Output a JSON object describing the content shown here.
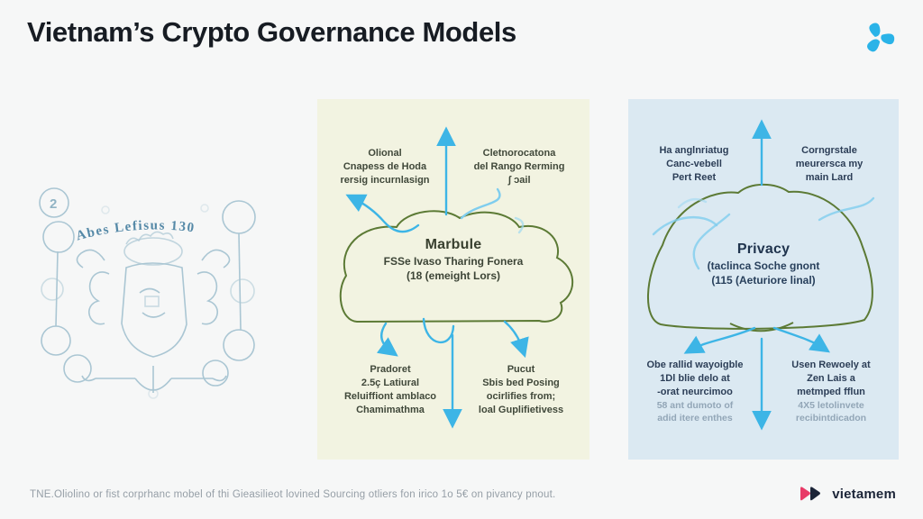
{
  "page": {
    "title": "Vietnam’s Crypto Governance Models",
    "caption": "TNE.Oliolino or fist corprhanc mobel of thi Gieasilieot lovined Sourcing otliers fon irico 1o 5€ on pivancy pnout.",
    "brand_name": "vietamem",
    "background": "#f6f7f7"
  },
  "logo": {
    "color": "#2ab3e8"
  },
  "sketch": {
    "arched_text": "Abes Lefisus 130",
    "badge": "2",
    "ink_color": "#4f8ca8"
  },
  "governance_panel": {
    "background": "#f2f3e1",
    "outline_color": "#5c7a35",
    "arrow_color": "#3db5e6",
    "top_left": [
      "Olional",
      "Cnapess de Hoda",
      "rersig incurnlasign"
    ],
    "top_right": [
      "Cletnorocatona",
      "del Rango Rerming",
      "ʃ ɔail"
    ],
    "cloud": {
      "title": "Marbule",
      "line1": "FSSe Ivaso Tharing Fonera",
      "line2": "(18 (emeight Lors)"
    },
    "bottom_left": [
      "Pradoret",
      "2.5ç Latiural",
      "Reluiffiont amblaco",
      "Chamimathma"
    ],
    "bottom_right": [
      "Pucut",
      "Sbis bed Posing",
      "ocirlifies from;",
      "loal Guplifietivess"
    ]
  },
  "privacy_panel": {
    "background": "#dbe9f2",
    "outline_color": "#5c7a35",
    "arrow_color": "#3db5e6",
    "top_left": [
      "Ha anglnriatug",
      "Canc-vebell",
      "Pert Reet"
    ],
    "top_right": [
      "Corngrstale",
      "meurersca my",
      "main Lard"
    ],
    "cloud": {
      "title": "Privacy",
      "line1": "(taclinca Soche gnont",
      "line2": "(115 (Aeturiore linal)"
    },
    "bottom_left": [
      "Obe rallid wayoigble",
      "1Dl blie delo at",
      "-orat neurcimoo"
    ],
    "bottom_left_sub": [
      "58 ant dumoto of",
      "adid itere enthes"
    ],
    "bottom_right": [
      "Usen Rewoely at",
      "Zen Lais a",
      "metmped fflun"
    ],
    "bottom_right_sub": [
      "4X5 letolinvete",
      "recibintdicadon"
    ]
  }
}
